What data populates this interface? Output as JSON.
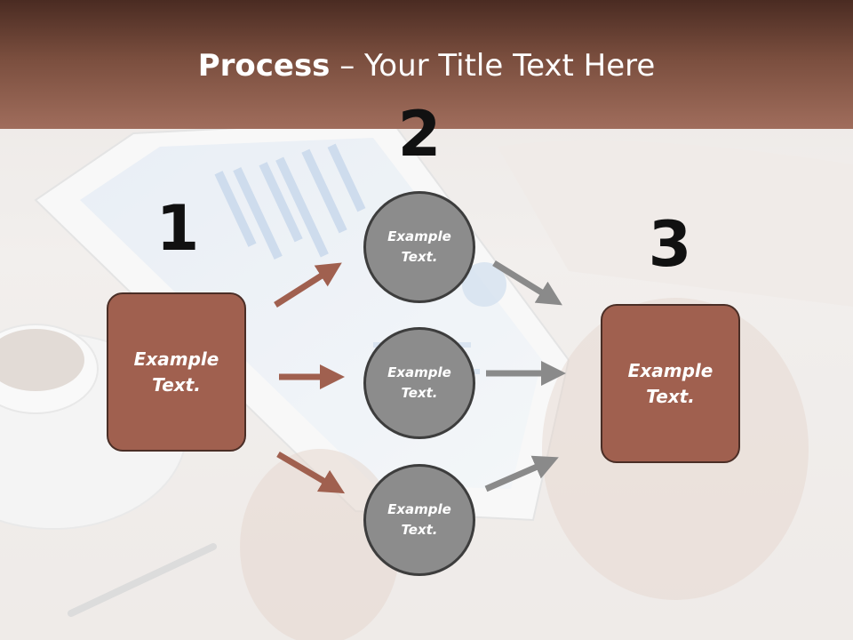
{
  "slide": {
    "title_bold": "Process",
    "title_rest": " – Your Title Text Here",
    "step_numbers": [
      "1",
      "2",
      "3"
    ],
    "source_box_text": "Example\nText.",
    "circles": [
      {
        "text": "Example\nText."
      },
      {
        "text": "Example\nText."
      },
      {
        "text": "Example\nText."
      }
    ],
    "target_box_text": "Example\nText."
  },
  "colors": {
    "header_top": "#4a2b22",
    "header_bottom": "#a06d5c",
    "box_fill": "#a0604f",
    "box_border": "#4a2e26",
    "circle_fill": "#8c8c8c",
    "circle_border": "#3d3d3d",
    "arrow_left": "#a0604f",
    "arrow_right": "#8a8a8a"
  }
}
